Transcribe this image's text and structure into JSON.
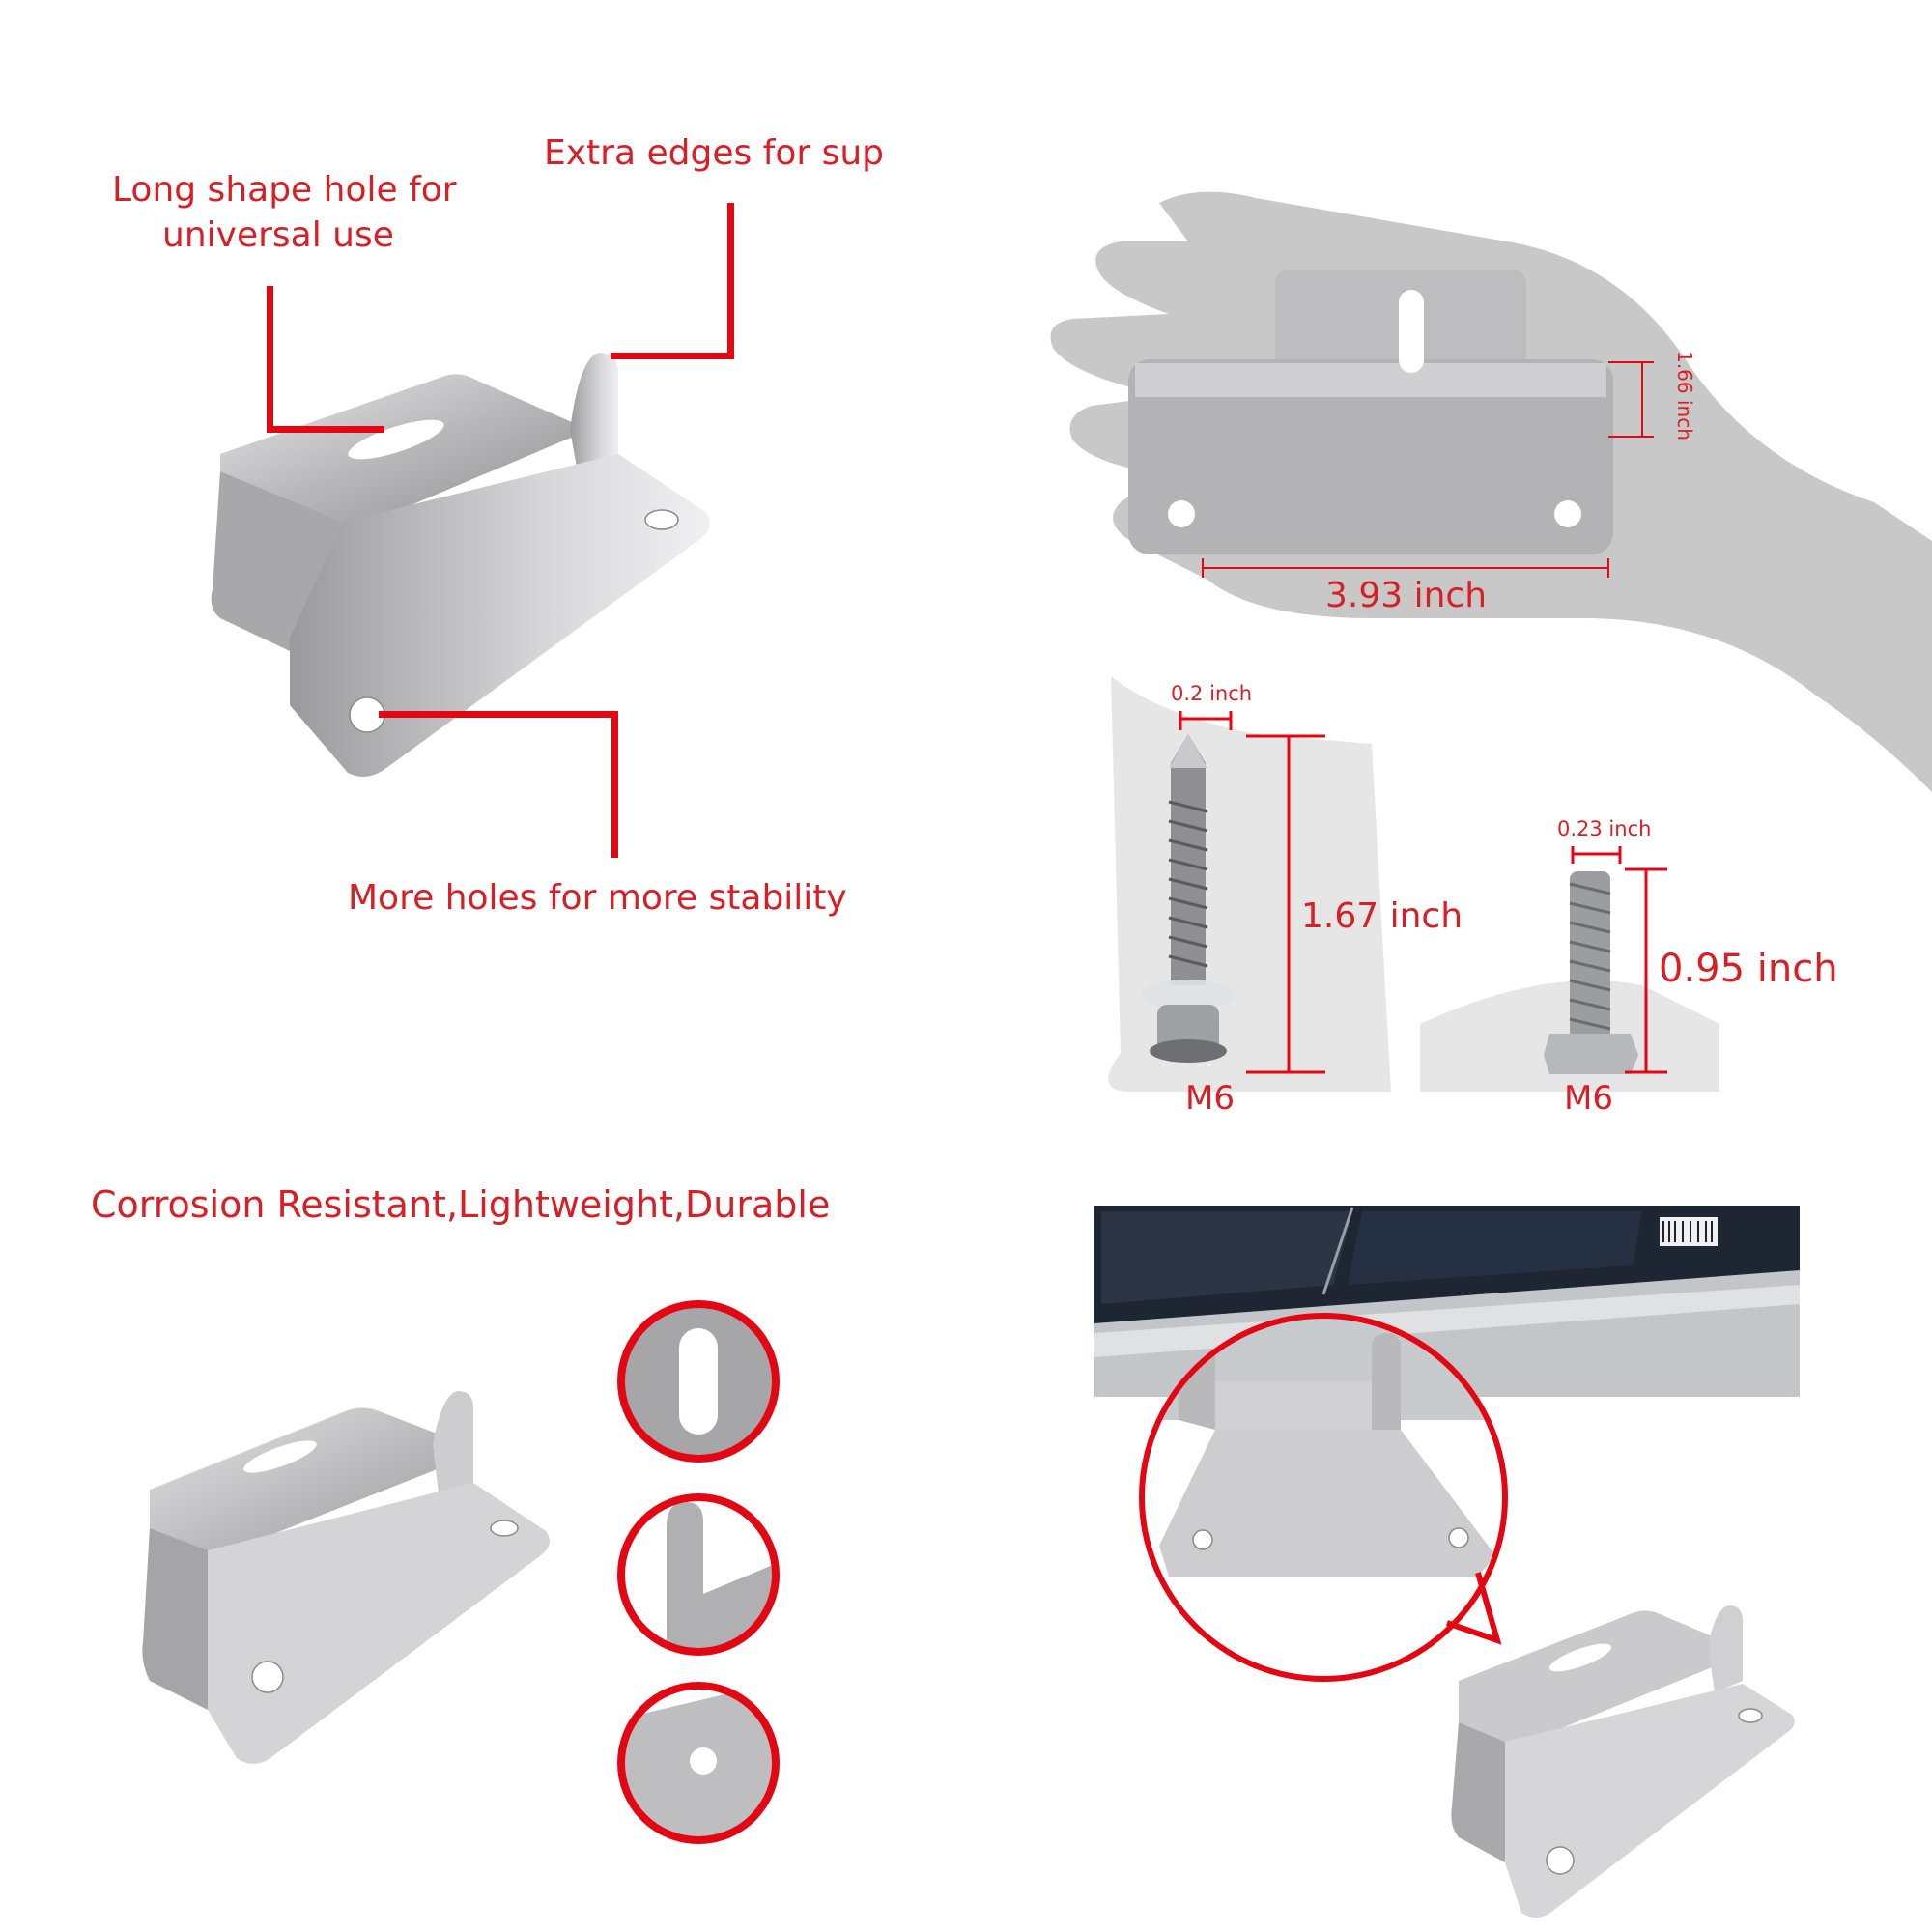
{
  "colors": {
    "accent": "#e30613",
    "metal": "#b9b9bb",
    "hand": "#c8c8c8",
    "panel": "#2a3342",
    "frame": "#bfc3c6"
  },
  "features": {
    "hole_label_line1": "Long shape hole for",
    "hole_label_line2": "universal use",
    "edges_label": "Extra edges for sup",
    "holes_label": "More holes for more stability"
  },
  "dimensions": {
    "height_label": "1.66 inch",
    "width_label": "3.93 inch",
    "screw1_diameter": "0.2 inch",
    "screw1_length": "1.67 inch",
    "screw1_size": "M6",
    "screw2_diameter": "0.23 inch",
    "screw2_length": "0.95 inch",
    "screw2_size": "M6"
  },
  "properties": {
    "headline": "Corrosion Resistant,Lightweight,Durable"
  },
  "icons": [
    "z-bracket-icon",
    "slot-hole-detail-icon",
    "edge-detail-icon",
    "mount-hole-detail-icon",
    "solar-panel-icon",
    "hand-silhouette-icon",
    "self-drilling-screw-icon",
    "hex-bolt-icon"
  ]
}
